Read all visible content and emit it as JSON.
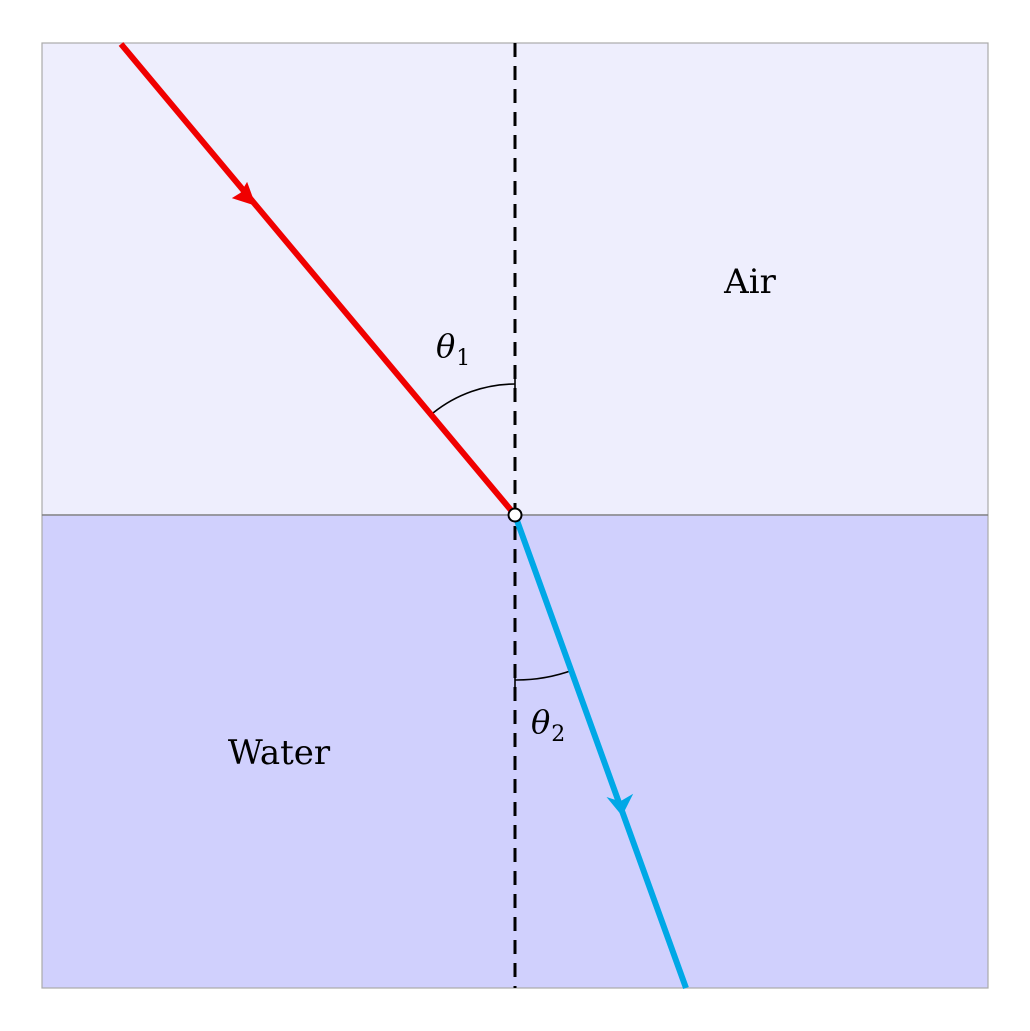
{
  "media": {
    "top_label": "Air",
    "bottom_label": "Water"
  },
  "angles": {
    "incidence": {
      "symbol": "θ",
      "subscript": "1"
    },
    "refraction": {
      "symbol": "θ",
      "subscript": "2"
    }
  },
  "colors": {
    "air": "#eeeefd",
    "water": "#d0d0fd",
    "incident_ray": "#f00000",
    "refracted_ray": "#00a8e6",
    "normal": "#000000",
    "border": "#aaaaaa"
  }
}
